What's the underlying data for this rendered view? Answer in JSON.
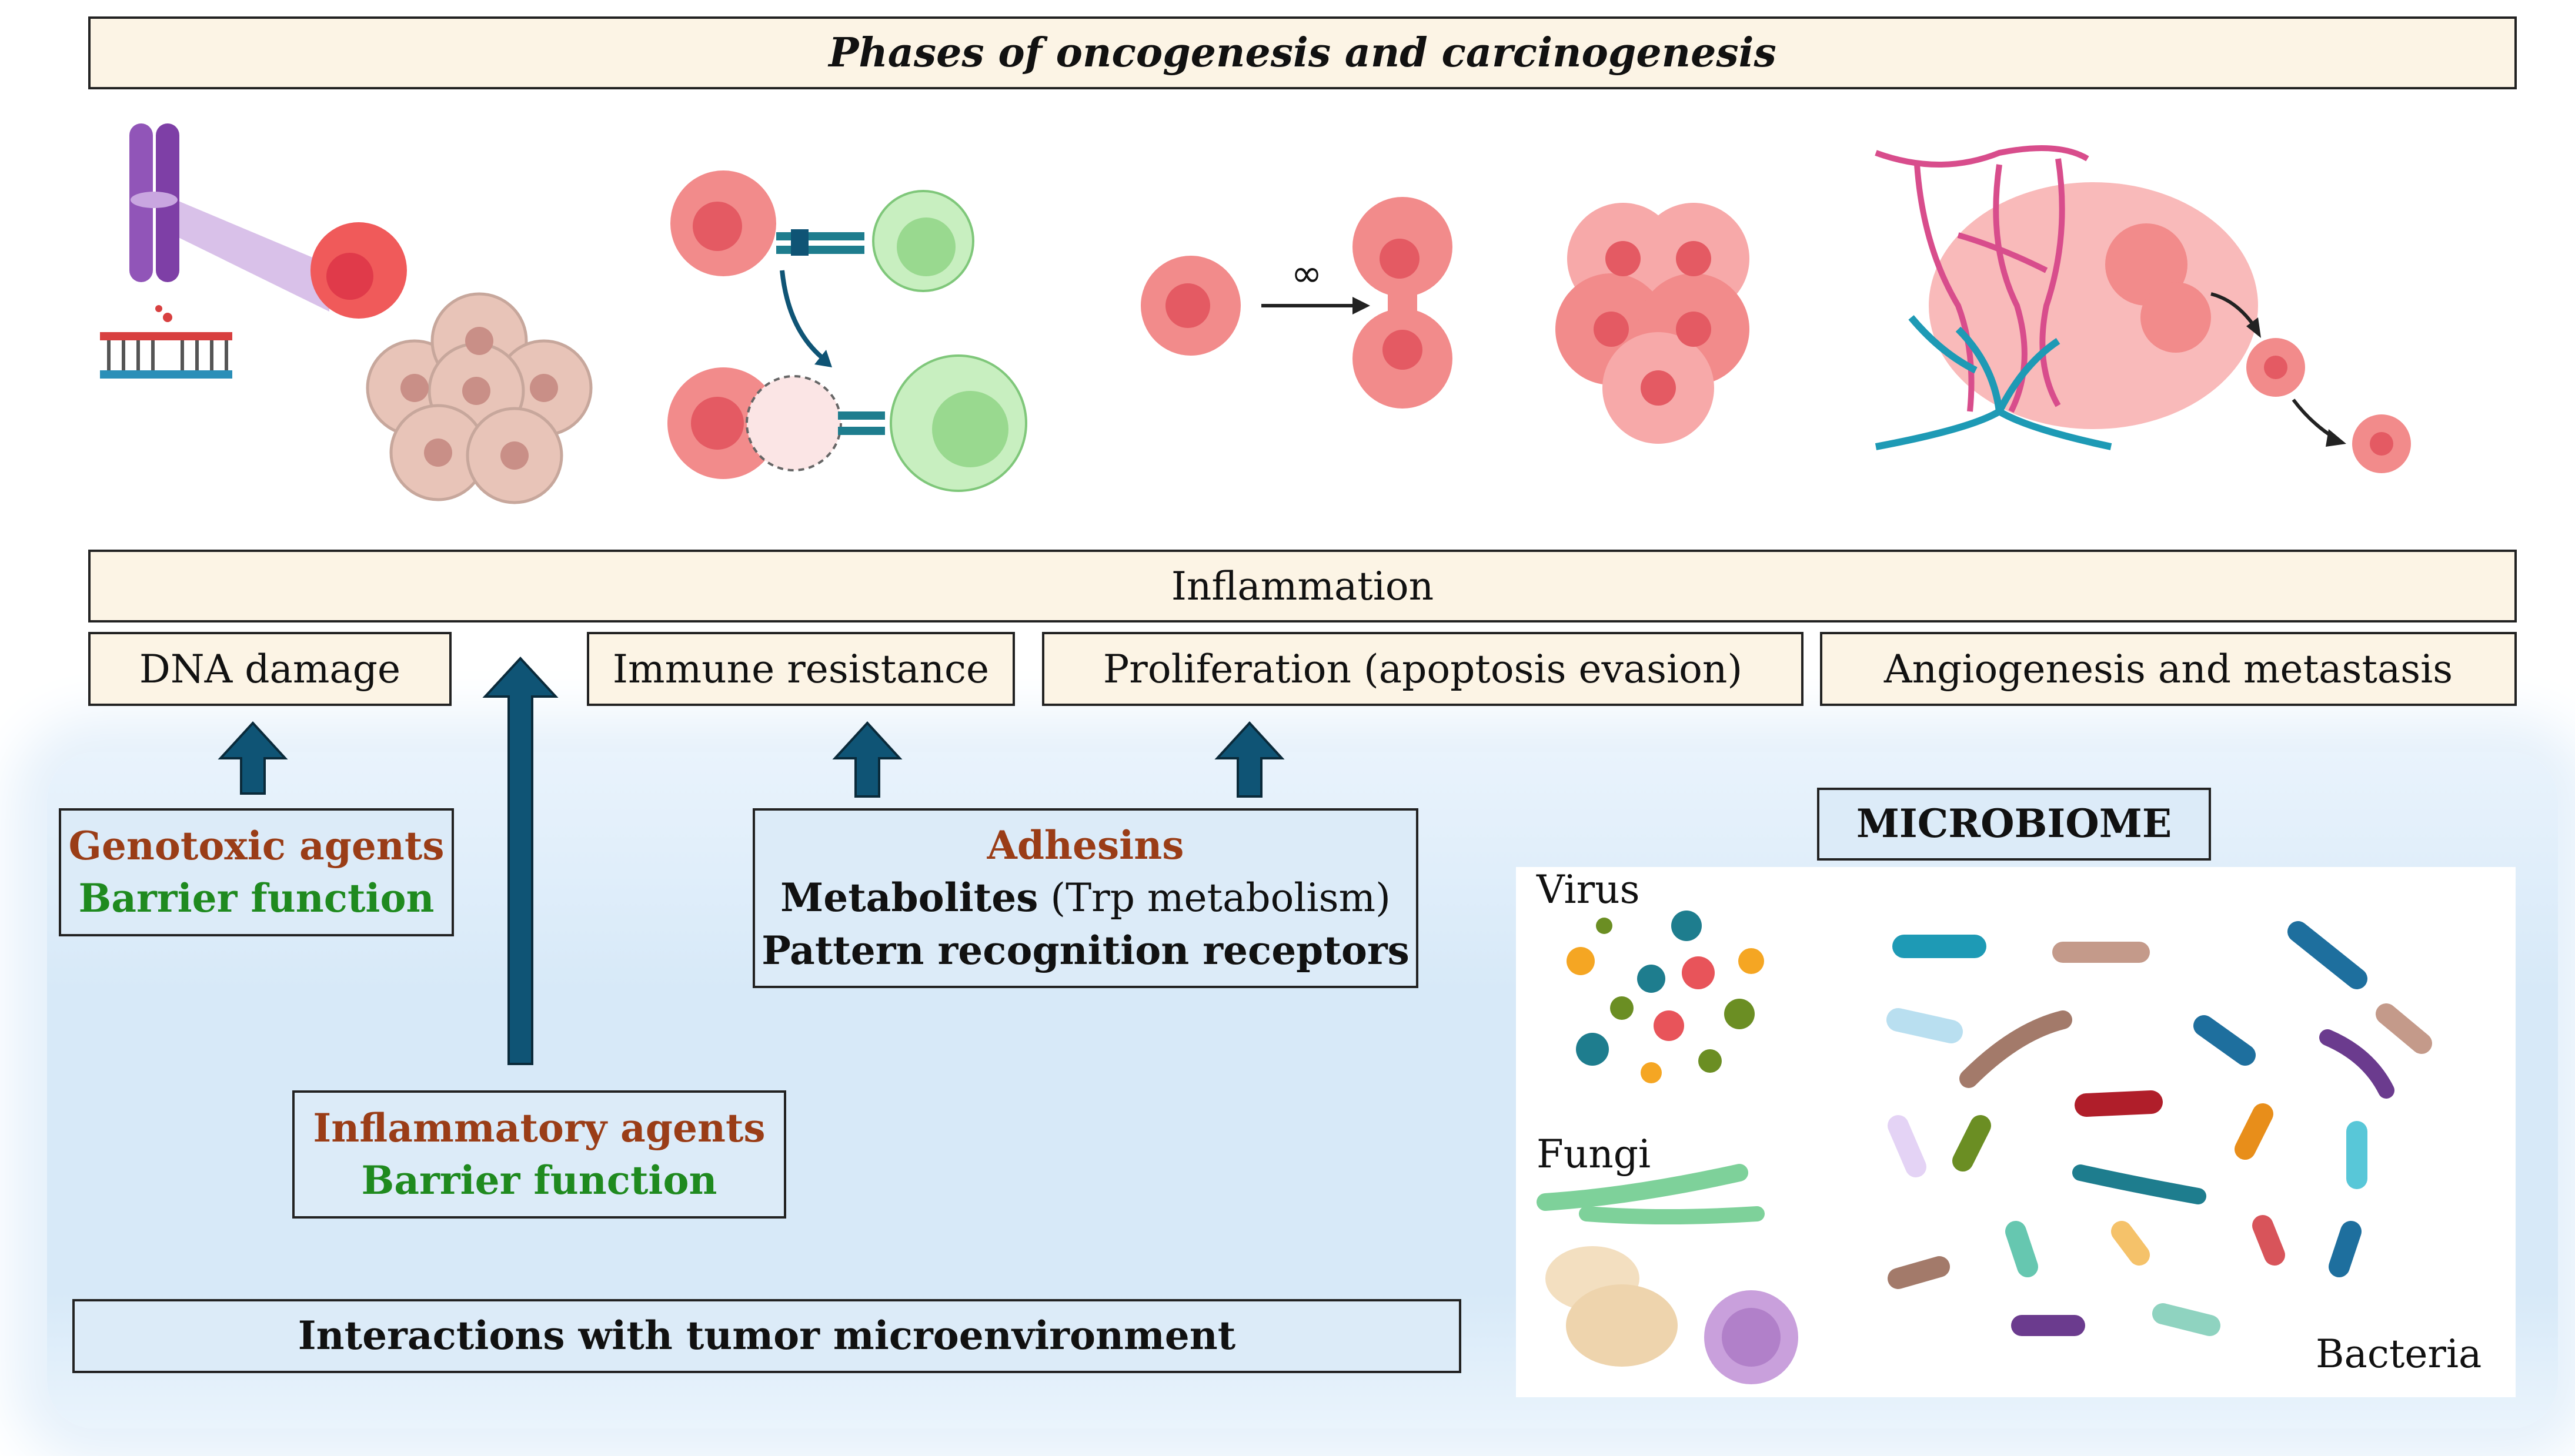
{
  "header": {
    "title": "Phases of oncogenesis and carcinogenesis"
  },
  "inflammation": "Inflammation",
  "phases": [
    "DNA damage",
    "Immune resistance",
    "Proliferation (apoptosis evasion)",
    "Angiogenesis and metastasis"
  ],
  "proliferation_symbol": "∞",
  "box_genotoxic": {
    "line1": "Genotoxic agents",
    "line2": "Barrier function"
  },
  "box_adhesins": {
    "line1": "Adhesins",
    "line2_bold": "Metabolites",
    "line2_rest": " (Trp metabolism)",
    "line3": "Pattern recognition receptors"
  },
  "box_inflammatory": {
    "line1": "Inflammatory agents",
    "line2": "Barrier function"
  },
  "tme": "Interactions with tumor microenvironment",
  "microbiome": {
    "title": "MICROBIOME",
    "virus": "Virus",
    "fungi": "Fungi",
    "bacteria": "Bacteria"
  },
  "colors": {
    "arrow": "#0f5475",
    "cream": "#fcf4e5",
    "light_blue": "#dcebf8",
    "red_text": "#9a3d17",
    "green_text": "#1f8a1f",
    "tumor_cell": "#f28b8b",
    "immune_cell": "#b8e6b0"
  }
}
